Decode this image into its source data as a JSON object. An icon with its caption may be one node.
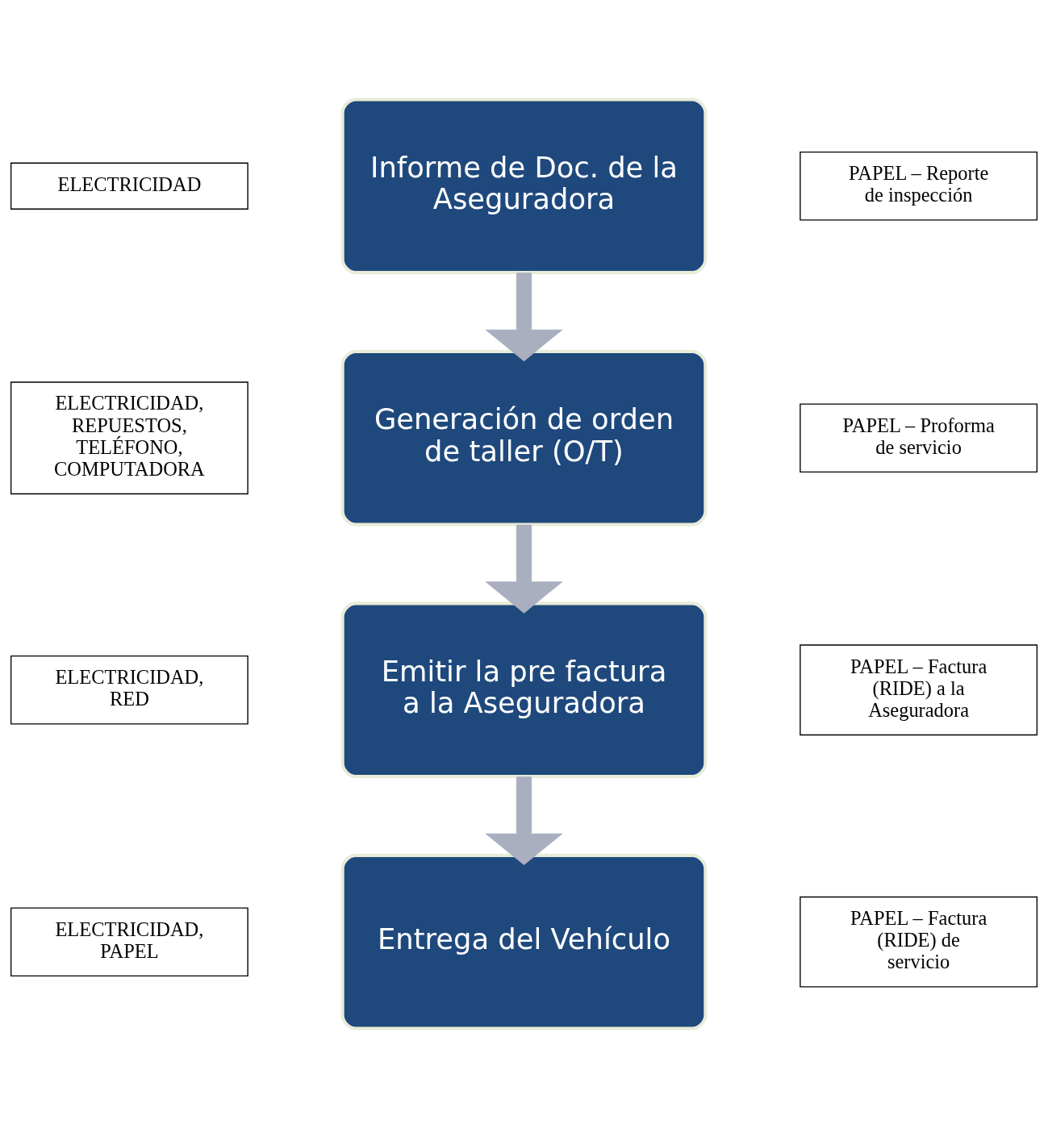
{
  "diagram": {
    "nodes": [
      {
        "text": [
          "ELECTRICIDAD"
        ]
      },
      {
        "text": [
          "Informe de Doc. de la Aseguradora"
        ]
      },
      {
        "text": [
          "PAPEL – Reporte de inspección"
        ]
      },
      {
        "text": [
          "ELECTRICIDAD, REPUESTOS, TELÉFONO, COMPUTADORA"
        ]
      },
      {
        "text": [
          "Generación de orden de taller (O/T)"
        ]
      },
      {
        "text": [
          "PAPEL – Proforma de servicio"
        ]
      },
      {
        "text": [
          "ELECTRICIDAD, RED"
        ]
      },
      {
        "text": [
          "Emitir la pre factura  a la Aseguradora"
        ]
      },
      {
        "text": [
          "PAPEL – Factura (RIDE) a la Aseguradora"
        ]
      },
      {
        "text": [
          "ELECTRICIDAD, PAPEL"
        ]
      },
      {
        "text": [
          "Entrega del Vehículo"
        ]
      },
      {
        "text": [
          "PAPEL – Factura (RIDE) de servicio"
        ]
      }
    ],
    "edges": [
      {
        "from": 1,
        "to": 4,
        "arrow": "to"
      },
      {
        "from": 4,
        "to": 7,
        "arrow": "to"
      },
      {
        "from": 7,
        "to": 10,
        "arrow": "to"
      }
    ]
  }
}
